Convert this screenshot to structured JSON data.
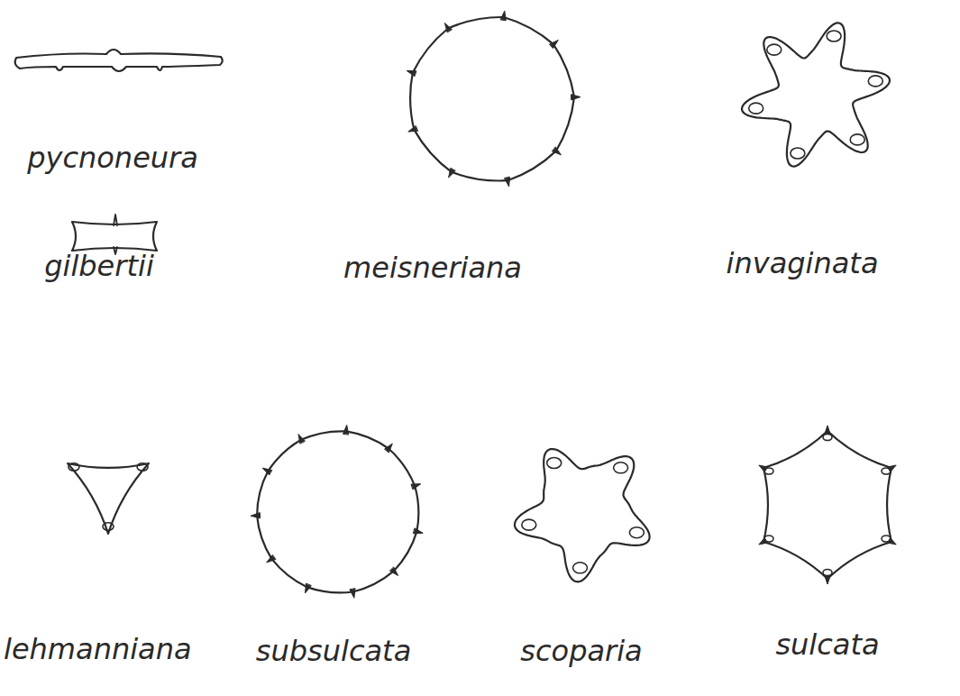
{
  "diagram": {
    "labels": [
      "pycnoneura",
      "gilbertii",
      "meisneriana",
      "invaginata",
      "lehmanniana",
      "subsulcata",
      "scoparia",
      "sulcata"
    ]
  }
}
